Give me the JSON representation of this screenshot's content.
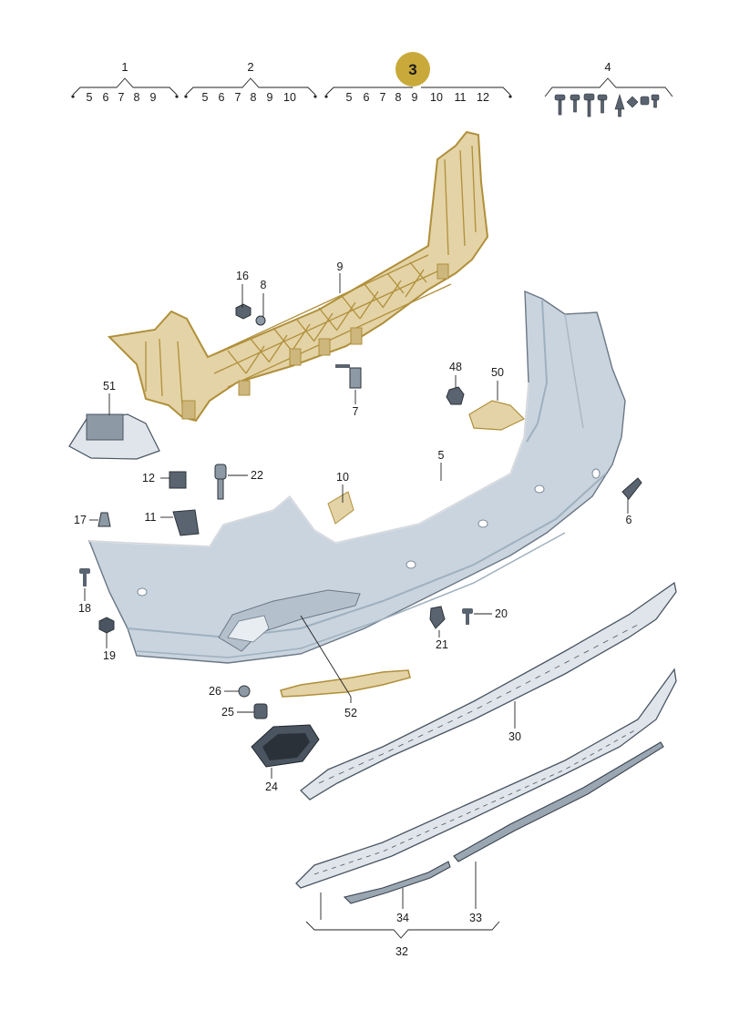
{
  "groups": [
    {
      "id": "1",
      "subs": [
        "5",
        "6",
        "7",
        "8",
        "9"
      ]
    },
    {
      "id": "2",
      "subs": [
        "5",
        "6",
        "7",
        "8",
        "9",
        "10"
      ]
    },
    {
      "id": "3",
      "subs": [
        "5",
        "6",
        "7",
        "8",
        "9",
        "10",
        "11",
        "12"
      ],
      "highlighted": true
    },
    {
      "id": "4",
      "subs": []
    }
  ],
  "callouts": {
    "c16": "16",
    "c8": "8",
    "c9": "9",
    "c7": "7",
    "c48": "48",
    "c50": "50",
    "c51": "51",
    "c5": "5",
    "c10": "10",
    "c12": "12",
    "c22": "22",
    "c11": "11",
    "c17": "17",
    "c6": "6",
    "c18": "18",
    "c19": "19",
    "c20": "20",
    "c21": "21",
    "c26": "26",
    "c25": "25",
    "c52": "52",
    "c24": "24",
    "c30": "30",
    "c34": "34",
    "c33": "33",
    "c32": "32"
  },
  "colors": {
    "highlight_badge": "#c9a93a",
    "highlight_part": "#e3d3a6",
    "highlight_stroke": "#b08f3a",
    "bumper_fill": "#c9d4de",
    "bumper_shade": "#9fb0bf",
    "part_fill": "#dfe5eb",
    "part_dark": "#4a5561"
  }
}
